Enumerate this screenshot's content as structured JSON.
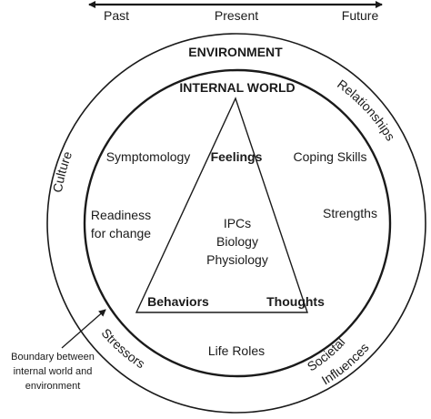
{
  "timeline": {
    "past": "Past",
    "present": "Present",
    "future": "Future"
  },
  "outer_circle": {
    "title": "ENVIRONMENT",
    "culture": "Culture",
    "relationships": "Relationships",
    "stressors": "Stressors",
    "societal": "Societal",
    "influences": "Influences"
  },
  "inner_circle": {
    "title": "INTERNAL WORLD",
    "symptomology": "Symptomology",
    "coping_skills": "Coping Skills",
    "readiness_line1": "Readiness",
    "readiness_line2": "for change",
    "strengths": "Strengths",
    "life_roles": "Life Roles"
  },
  "triangle": {
    "feelings": "Feelings",
    "behaviors": "Behaviors",
    "thoughts": "Thoughts",
    "center_line1": "IPCs",
    "center_line2": "Biology",
    "center_line3": "Physiology"
  },
  "boundary_note": {
    "line1": "Boundary between",
    "line2": "internal world and",
    "line3": "environment"
  }
}
